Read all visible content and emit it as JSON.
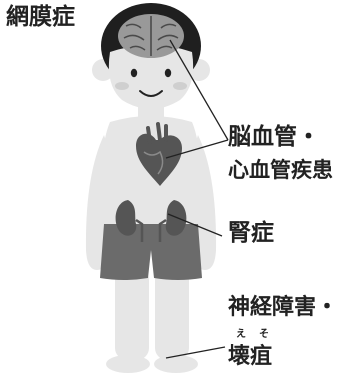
{
  "labels": {
    "retinopathy": "網膜症",
    "cerebro_line1": "脳血管・",
    "cerebro_line2": "心血管疾患",
    "nephropathy": "腎症",
    "neuropathy": "神経障害・",
    "gangrene": "壊疽",
    "gangrene_ruby_1": "え",
    "gangrene_ruby_2": "そ"
  },
  "icons": {
    "body": "child-body-illustration",
    "brain": "brain-icon",
    "heart": "heart-icon",
    "kidneys": "kidneys-icon"
  },
  "colors": {
    "skin": "#e6e6e6",
    "hair": "#1f1f1f",
    "shorts": "#6b6b6b",
    "organ_dark": "#555555",
    "outline": "#222222"
  }
}
